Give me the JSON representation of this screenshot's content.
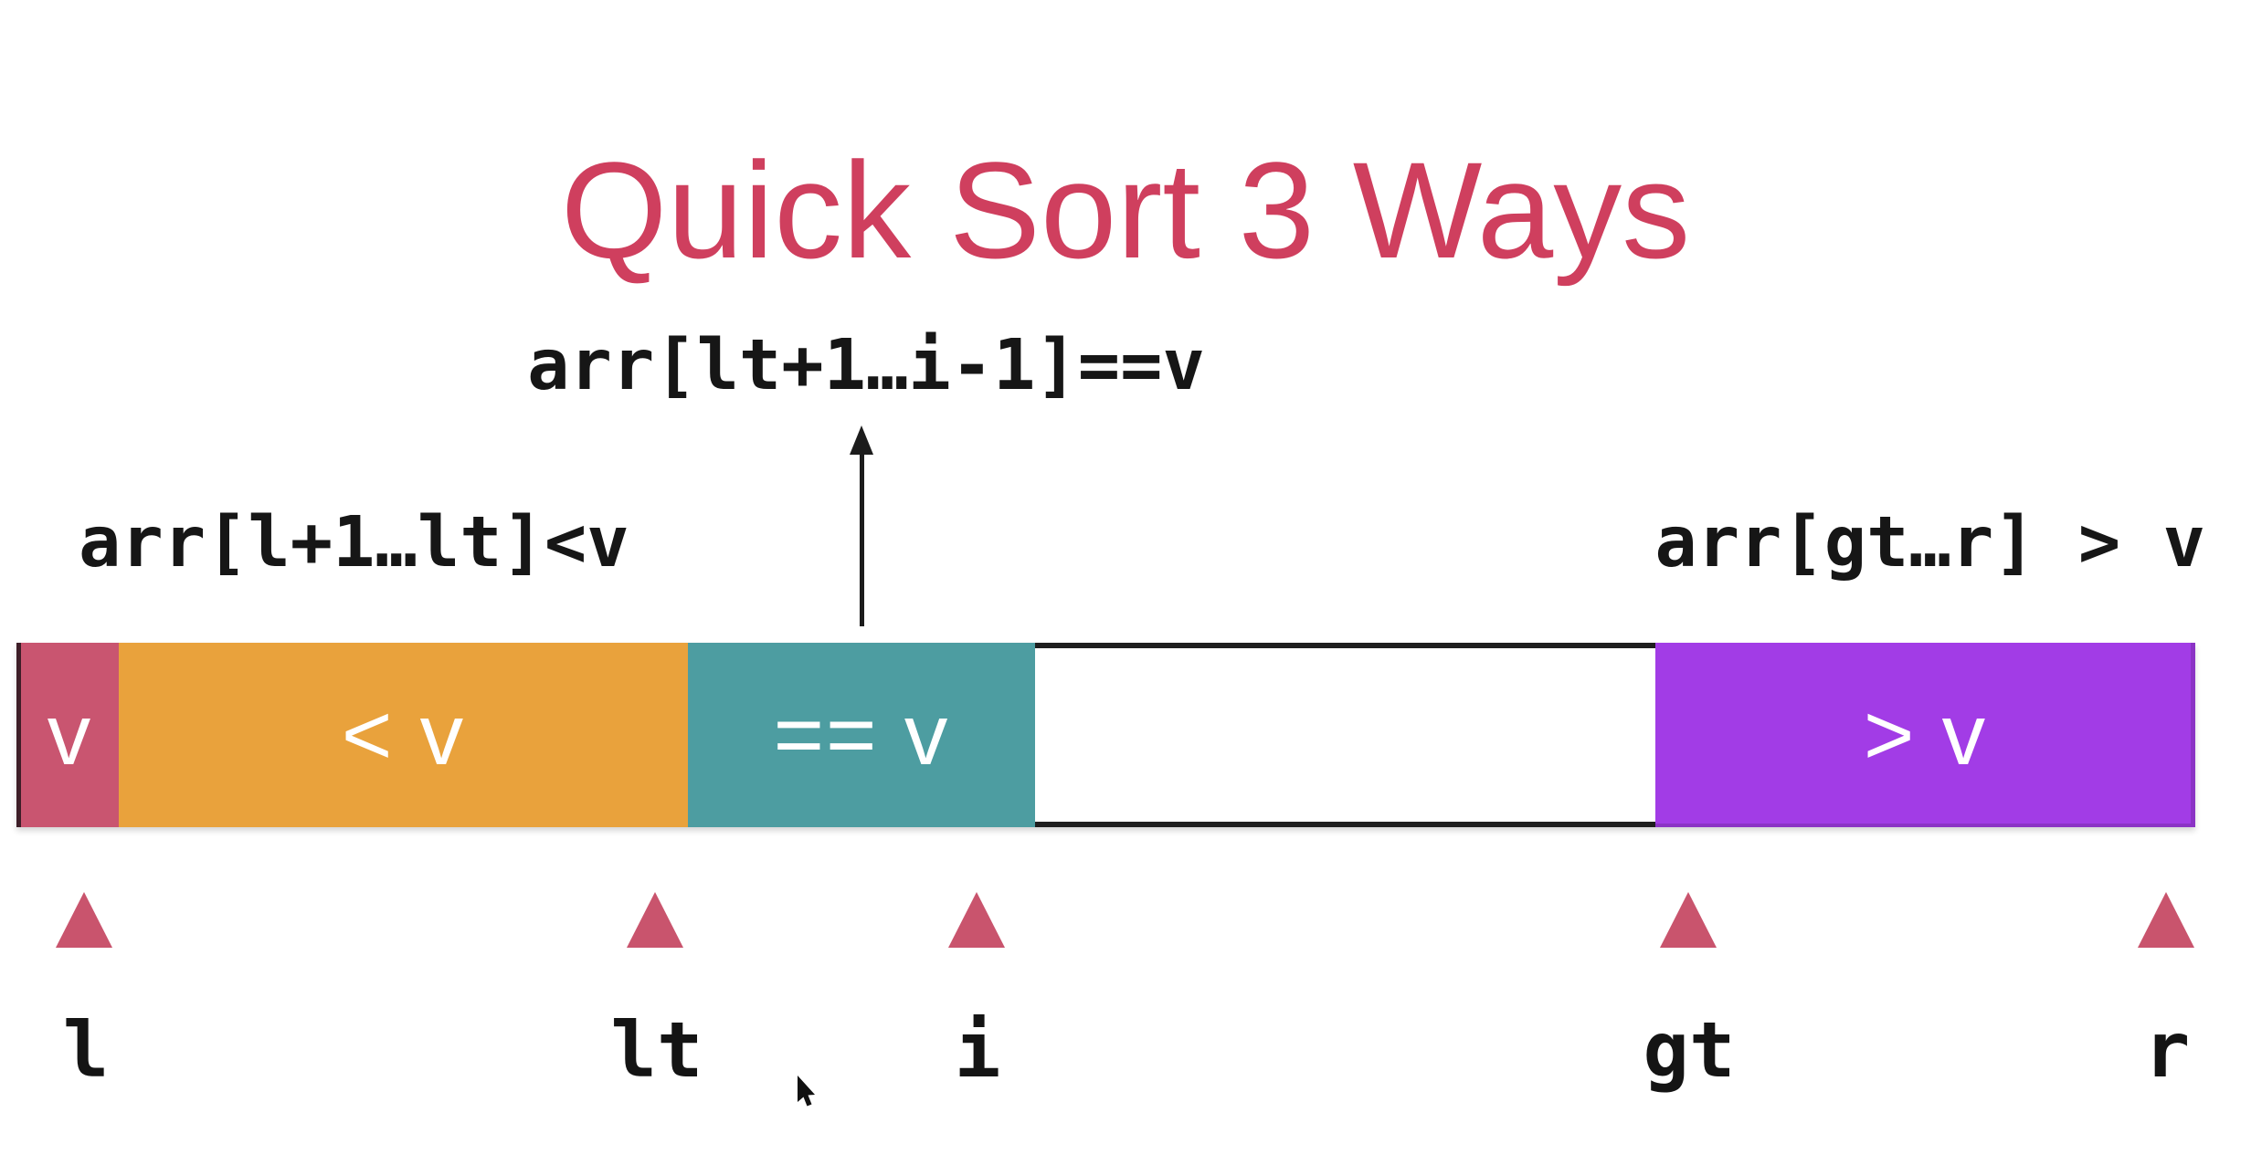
{
  "title": {
    "text": "Quick Sort 3 Ways",
    "color": "#cf3f5e"
  },
  "annotations": {
    "equal_range": {
      "text": "arr[lt+1…i-1]==v"
    },
    "less_range": {
      "text": "arr[l+1…lt]<v"
    },
    "greater_range": {
      "text": "arr[gt…r] > v"
    },
    "text_color": "#161616"
  },
  "array_bar": {
    "outline_color": "#1e1e1e",
    "label_color": "#ffffff",
    "segments": [
      {
        "name": "pivot",
        "label": "v",
        "color": "#c95570"
      },
      {
        "name": "less-than-v",
        "label": "< v",
        "color": "#e9a23c"
      },
      {
        "name": "equal-to-v",
        "label": "== v",
        "color": "#4d9da1"
      },
      {
        "name": "unprocessed",
        "label": "",
        "color": "#ffffff"
      },
      {
        "name": "greater-than-v",
        "label": "> v",
        "color": "#a23ce6"
      }
    ]
  },
  "pointers": {
    "marker_color": "#c9546d",
    "label_color": "#141414",
    "items": [
      {
        "label": "l"
      },
      {
        "label": "lt"
      },
      {
        "label": "i"
      },
      {
        "label": "gt"
      },
      {
        "label": "r"
      }
    ]
  }
}
